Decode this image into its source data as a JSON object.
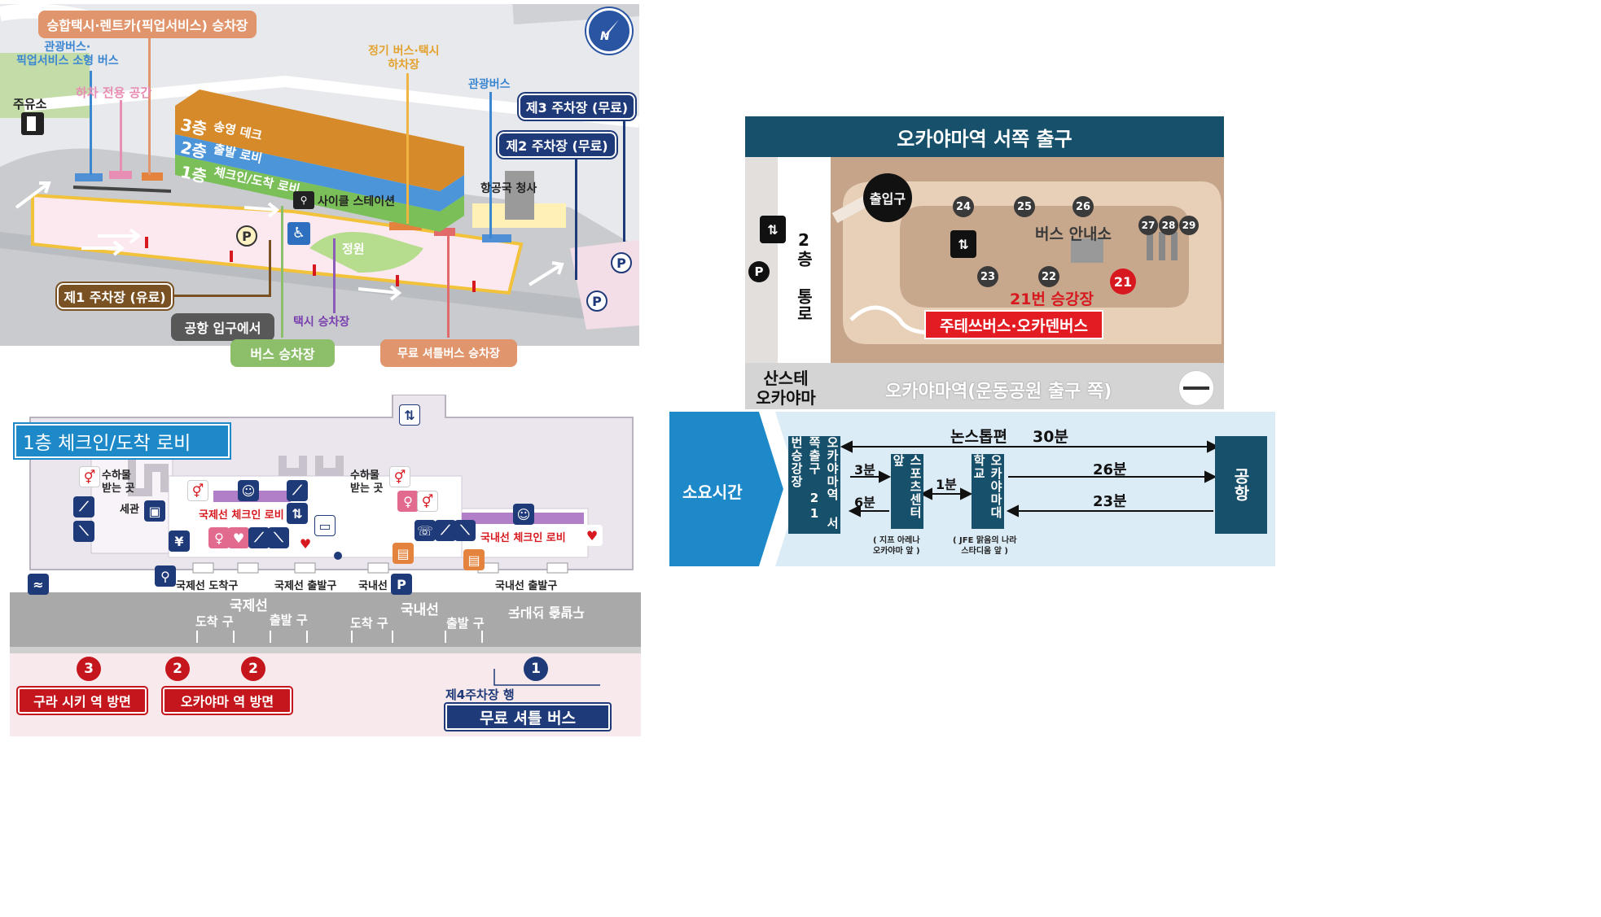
{
  "top_map": {
    "pickup_taxi_rental": "승합택시·렌트카(픽업서비스) 승차장",
    "tour_bus_pickup_small": "관광버스·\n픽업서비스 소형 버스",
    "dropoff_only": "하차 전용 공간",
    "gas_station": "주유소",
    "regular_bus_taxi_dropoff": "정기 버스·택시\n하차장",
    "tour_bus": "관광버스",
    "parking3": "제3 주차장 (무료)",
    "parking2": "제2 주차장 (무료)",
    "floor3": "3층",
    "floor3_name": "송영 데크",
    "floor2": "2층",
    "floor2_name": "출발 로비",
    "floor1": "1층",
    "floor1_name": "체크인/도착 로비",
    "cycle_station": "사이클 스테이션",
    "aviation_office": "항공국 청사",
    "garden": "정원",
    "parking1": "제1 주차장 (유료)",
    "from_entrance": "공항 입구에서",
    "taxi_stop": "택시 승차장",
    "bus_stop": "버스 승차장",
    "free_shuttle_stop": "무료 셔틀버스 승차장",
    "parking_symbol": "P",
    "compass": "N"
  },
  "bottom_map": {
    "title": "1층 체크인/도착 로비",
    "baggage_claim_left": "수하물\n받는 곳",
    "customs": "세관",
    "baggage_claim_right": "수하물\n받는 곳",
    "intl_checkin": "국제선 체크인 로비",
    "dom_checkin": "국내선 체크인 로비",
    "intl_arrival_gate": "국제선 도착구",
    "intl_departure_gate": "국제선 출발구",
    "domestic": "국내선",
    "dom_departure_gate": "국내선 출발구",
    "road_intl": "국제선",
    "road_dom": "국내선",
    "road_arrival1": "도착 구",
    "road_departure1": "출발 구",
    "road_arrival2": "도착 구",
    "road_departure2": "출발 구",
    "road_mirror": "국내선 출발구",
    "stop3": "3",
    "stop2a": "2",
    "stop2b": "2",
    "stop1": "1",
    "kurashiki": "구라 시키 역 방면",
    "okayama_dir": "오카야마 역 방면",
    "parking4_dir": "제4주차장 행",
    "free_shuttle_bus": "무료 셔틀 버스"
  },
  "station_map": {
    "title": "오카야마역 서쪽 출구",
    "entrance": "출입구",
    "bus_info": "버스 안내소",
    "platform21": "21번 승강장",
    "operators": "주테쓰버스·오카덴버스",
    "second_floor_road": "2층 통로",
    "sante_okayama": "산스테\n오카야마",
    "bottom_label": "오카야마역(운동공원 출구 쪽)",
    "stops": [
      "24",
      "25",
      "26",
      "27",
      "28",
      "29",
      "23",
      "22",
      "21"
    ]
  },
  "time_table": {
    "header": "소요시간",
    "nonstop": "논스톱편",
    "nonstop_time": "30분",
    "origin": "오카야마역 서쪽출구 21번승강장",
    "sports_center": "스포츠센터앞",
    "sports_sub": "( 지프 아레나\n오카야마 앞 )",
    "university": "오카야마대학교",
    "uni_sub": "( JFE 맑음의 나라\n스타디움 앞 )",
    "airport": "공항",
    "t_3min": "3분",
    "t_6min": "6분",
    "t_1min": "1분",
    "t_26min": "26분",
    "t_23min": "23분"
  },
  "colors": {
    "orange": "#e3833d",
    "navy": "#1f3a78",
    "green": "#8dbf6b",
    "teal": "#17506a",
    "red": "#d7191f",
    "blue_floor": "#3f8fd2",
    "light_blue_bg": "#dcecf6",
    "banner_blue": "#1d89c9"
  }
}
